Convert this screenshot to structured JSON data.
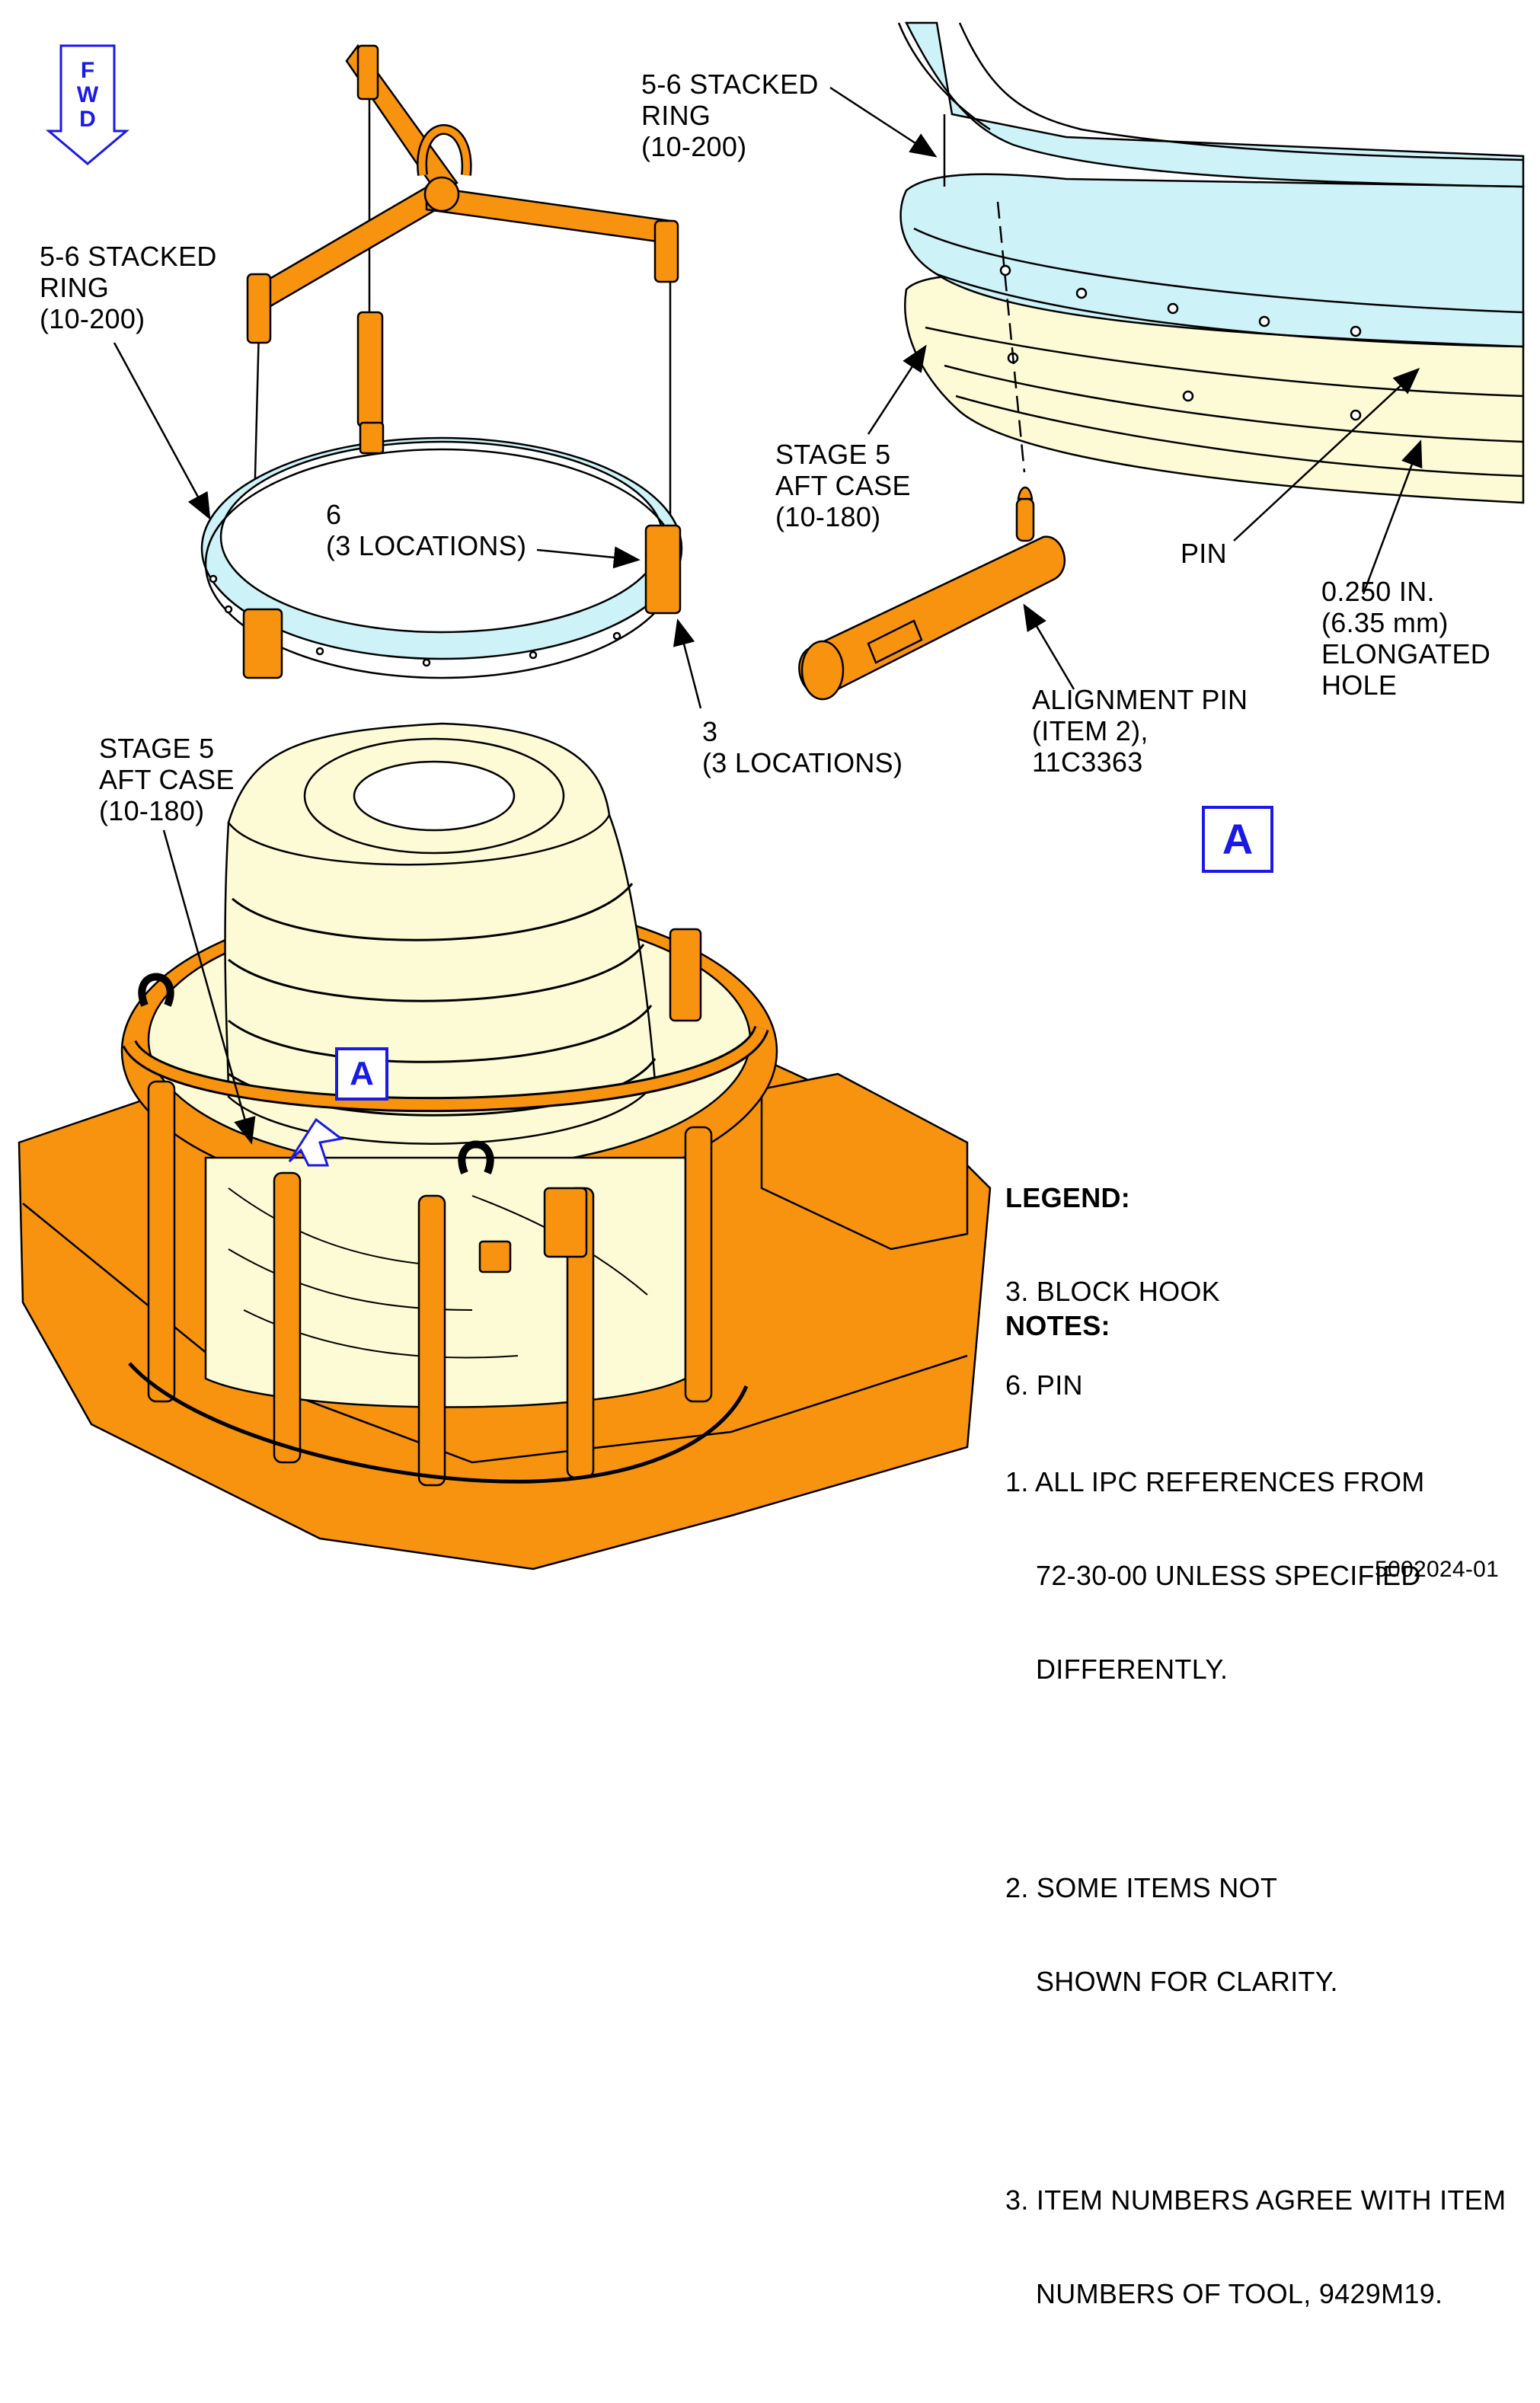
{
  "fwd": {
    "letters": [
      "F",
      "W",
      "D"
    ]
  },
  "labels": {
    "ring_right": [
      "5-6 STACKED",
      "RING",
      "(10-200)"
    ],
    "ring_left": [
      "5-6 STACKED",
      "RING",
      "(10-200)"
    ],
    "pin6": [
      "6",
      "(3 LOCATIONS)"
    ],
    "hook3": [
      "3",
      "(3 LOCATIONS)"
    ],
    "case_left": [
      "STAGE 5",
      "AFT CASE",
      "(10-180)"
    ],
    "case_right": [
      "STAGE 5",
      "AFT CASE",
      "(10-180)"
    ],
    "pin": "PIN",
    "hole": [
      "0.250 IN.",
      "(6.35 mm)",
      "ELONGATED",
      "HOLE"
    ],
    "alignment_pin": [
      "ALIGNMENT PIN",
      "(ITEM 2),",
      "11C3363"
    ]
  },
  "detail_callout": "A",
  "legend": {
    "title": "LEGEND:",
    "items": [
      "3. BLOCK HOOK",
      "6. PIN"
    ]
  },
  "notes": {
    "title": "NOTES:",
    "items": [
      [
        "1. ALL IPC REFERENCES FROM",
        "72-30-00 UNLESS SPECIFIED",
        "DIFFERENTLY."
      ],
      [
        "2. SOME ITEMS NOT",
        "SHOWN FOR CLARITY."
      ],
      [
        "3. ITEM NUMBERS AGREE WITH ITEM",
        "NUMBERS OF TOOL, 9429M19."
      ]
    ]
  },
  "figure_id": "5002024-01",
  "colors": {
    "tool_orange": "#f7930f",
    "ring_blue": "#cdf2f8",
    "case_cream": "#fdfbd6",
    "callout_blue": "#1a1ae6"
  }
}
